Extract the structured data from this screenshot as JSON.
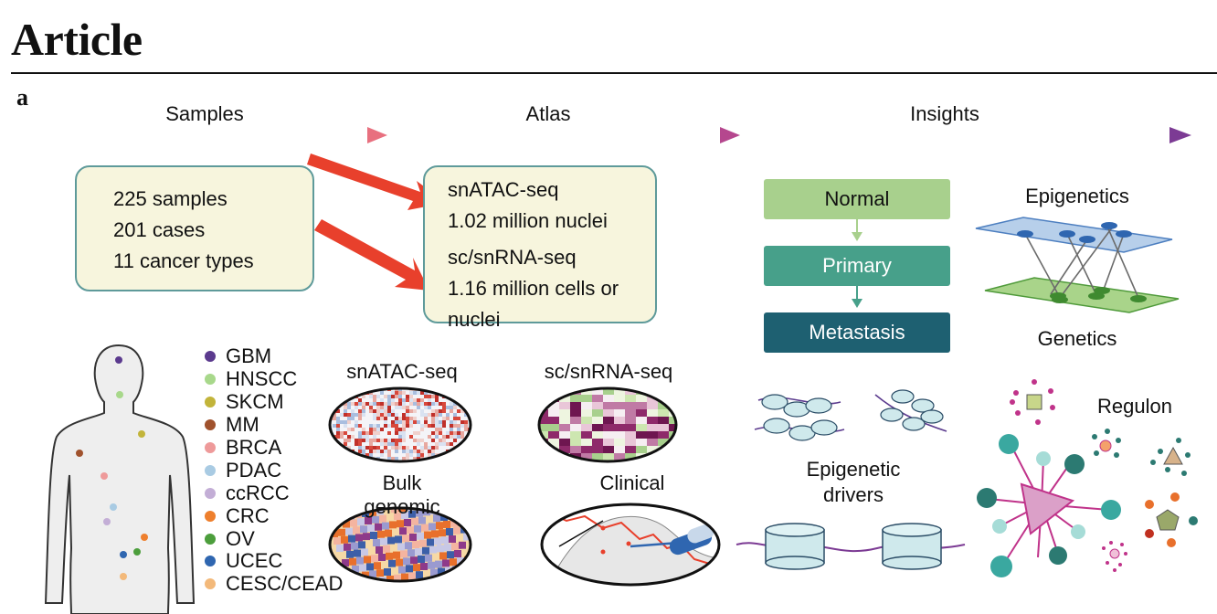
{
  "header": {
    "title": "Article",
    "panel_label": "a"
  },
  "stages": [
    "Samples",
    "Atlas",
    "Insights"
  ],
  "samples_box": [
    "225 samples",
    "201 cases",
    "11 cancer types"
  ],
  "atlas_box": {
    "snatac_title": "snATAC-seq",
    "snatac_value": "1.02 million nuclei",
    "scrna_title": "sc/snRNA-seq",
    "scrna_value_line1": "1.16 million cells or",
    "scrna_value_line2": "nuclei"
  },
  "progression": {
    "normal": "Normal",
    "primary": "Primary",
    "metastasis": "Metastasis"
  },
  "insights": {
    "epigenetics": "Epigenetics",
    "genetics": "Genetics",
    "regulon": "Regulon",
    "epigenetic_drivers_line1": "Epigenetic",
    "epigenetic_drivers_line2": "drivers"
  },
  "data_types": {
    "snatac": "snATAC-seq",
    "scrna": "sc/snRNA-seq",
    "bulk": "Bulk genomic",
    "clinical": "Clinical"
  },
  "cancer_types": [
    {
      "name": "GBM",
      "color": "#5b3a8e"
    },
    {
      "name": "HNSCC",
      "color": "#a8d88b"
    },
    {
      "name": "SKCM",
      "color": "#c2b43a"
    },
    {
      "name": "MM",
      "color": "#a0522d"
    },
    {
      "name": "BRCA",
      "color": "#ee9a9a"
    },
    {
      "name": "PDAC",
      "color": "#a9cbe3"
    },
    {
      "name": "ccRCC",
      "color": "#c3aed6"
    },
    {
      "name": "CRC",
      "color": "#ee7f2d"
    },
    {
      "name": "OV",
      "color": "#4c9e3c"
    },
    {
      "name": "UCEC",
      "color": "#2f66b0"
    },
    {
      "name": "CESC/CEAD",
      "color": "#f3b97a"
    }
  ],
  "colors": {
    "arrow_red": "#e8402c",
    "box_border": "#5e9a9a",
    "box_fill": "#f7f5dd",
    "normal_fill": "#a8d08d",
    "primary_fill": "#47a08a",
    "metastasis_fill": "#1e6071"
  }
}
